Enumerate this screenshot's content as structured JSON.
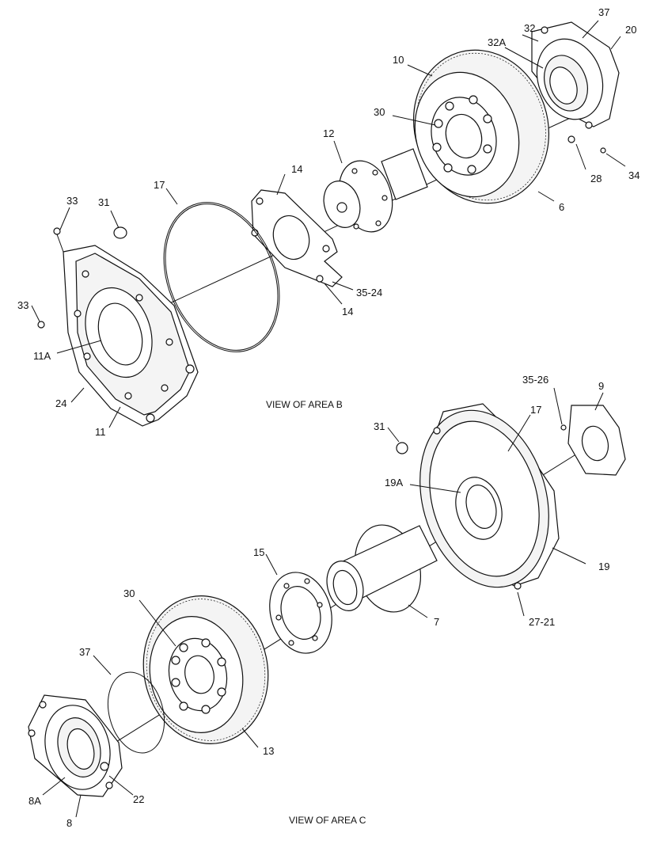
{
  "captions": {
    "area_b": "VIEW OF AREA B",
    "area_c": "VIEW OF AREA C"
  },
  "callouts": {
    "b_32": "32",
    "b_37": "37",
    "b_20": "20",
    "b_32A": "32A",
    "b_10": "10",
    "b_30": "30",
    "b_12": "12",
    "b_28": "28",
    "b_34": "34",
    "b_14_top": "14",
    "b_17": "17",
    "b_6": "6",
    "b_33_top": "33",
    "b_31": "31",
    "b_35_24": "35-24",
    "b_14_bot": "14",
    "b_33_left": "33",
    "b_11A": "11A",
    "b_24": "24",
    "b_11": "11",
    "c_35_26": "35-26",
    "c_9": "9",
    "c_17": "17",
    "c_31": "31",
    "c_19A": "19A",
    "c_19": "19",
    "c_15": "15",
    "c_7": "7",
    "c_27_21": "27-21",
    "c_30": "30",
    "c_37": "37",
    "c_13": "13",
    "c_8A": "8A",
    "c_22": "22",
    "c_8": "8"
  }
}
